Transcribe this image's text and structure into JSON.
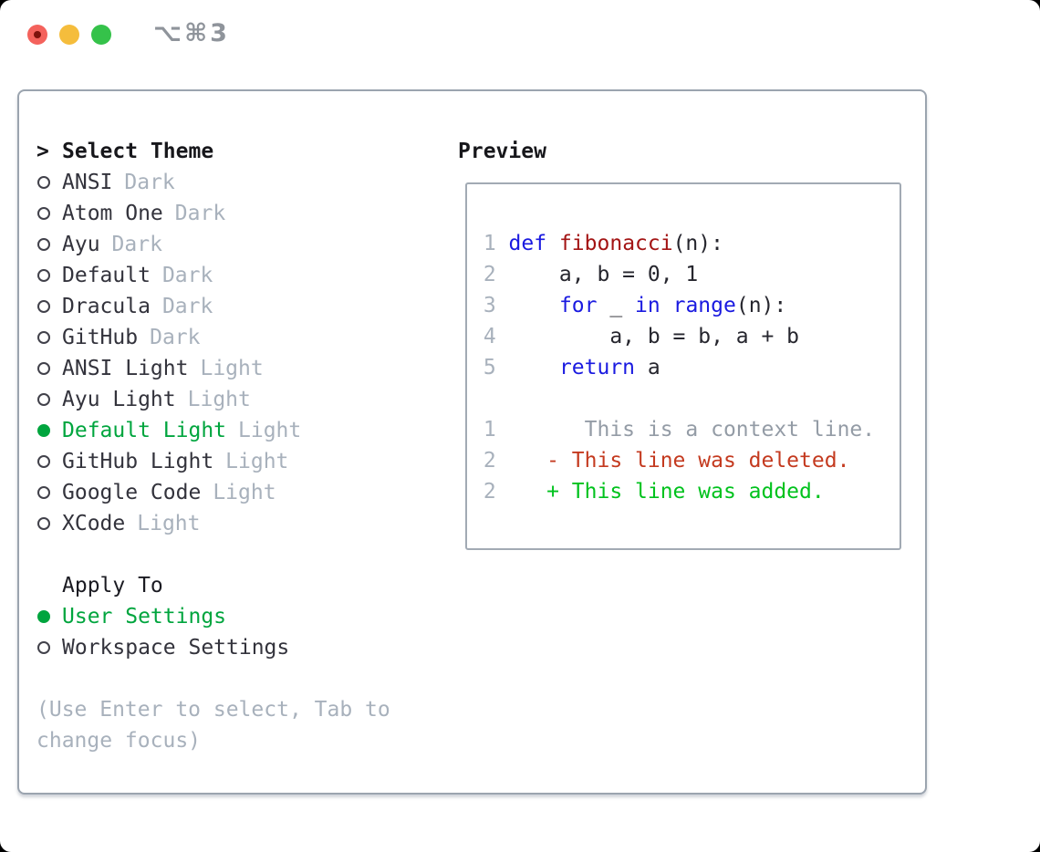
{
  "window": {
    "title": "⌥⌘3"
  },
  "theme_section": {
    "prompt": ">",
    "title": "Select Theme",
    "items": [
      {
        "label": "ANSI",
        "variant": "Dark",
        "selected": false
      },
      {
        "label": "Atom One",
        "variant": "Dark",
        "selected": false
      },
      {
        "label": "Ayu",
        "variant": "Dark",
        "selected": false
      },
      {
        "label": "Default",
        "variant": "Dark",
        "selected": false
      },
      {
        "label": "Dracula",
        "variant": "Dark",
        "selected": false
      },
      {
        "label": "GitHub",
        "variant": "Dark",
        "selected": false
      },
      {
        "label": "ANSI Light",
        "variant": "Light",
        "selected": false
      },
      {
        "label": "Ayu Light",
        "variant": "Light",
        "selected": false
      },
      {
        "label": "Default Light",
        "variant": "Light",
        "selected": true
      },
      {
        "label": "GitHub Light",
        "variant": "Light",
        "selected": false
      },
      {
        "label": "Google Code",
        "variant": "Light",
        "selected": false
      },
      {
        "label": "XCode",
        "variant": "Light",
        "selected": false
      }
    ]
  },
  "apply_section": {
    "title": "Apply To",
    "items": [
      {
        "label": "User Settings",
        "selected": true
      },
      {
        "label": "Workspace Settings",
        "selected": false
      }
    ]
  },
  "hint_lines": [
    "(Use Enter to select, Tab to",
    "change focus)"
  ],
  "preview": {
    "title": "Preview",
    "code_lines": [
      {
        "gutter": " 1 ",
        "segments": [
          {
            "text": "def",
            "style": "kw"
          },
          {
            "text": " ",
            "style": "plain"
          },
          {
            "text": "fibonacci",
            "style": "fn"
          },
          {
            "text": "(n):",
            "style": "plain"
          }
        ]
      },
      {
        "gutter": " 2 ",
        "segments": [
          {
            "text": "    a, b = 0, 1",
            "style": "plain"
          }
        ]
      },
      {
        "gutter": " 3 ",
        "segments": [
          {
            "text": "    ",
            "style": "plain"
          },
          {
            "text": "for",
            "style": "kw"
          },
          {
            "text": " _ ",
            "style": "plain"
          },
          {
            "text": "in",
            "style": "kw"
          },
          {
            "text": " ",
            "style": "plain"
          },
          {
            "text": "range",
            "style": "kw"
          },
          {
            "text": "(n):",
            "style": "plain"
          }
        ]
      },
      {
        "gutter": " 4 ",
        "segments": [
          {
            "text": "        a, b = b, a + b",
            "style": "plain"
          }
        ]
      },
      {
        "gutter": " 5 ",
        "segments": [
          {
            "text": "    ",
            "style": "plain"
          },
          {
            "text": "return",
            "style": "kw"
          },
          {
            "text": " a",
            "style": "plain"
          }
        ]
      },
      {
        "gutter": "",
        "segments": []
      },
      {
        "gutter": " 1 ",
        "segments": [
          {
            "text": "      This is a context line.",
            "style": "ctx"
          }
        ]
      },
      {
        "gutter": " 2 ",
        "segments": [
          {
            "text": "   - This line was deleted.",
            "style": "del"
          }
        ]
      },
      {
        "gutter": " 2 ",
        "segments": [
          {
            "text": "   + This line was added.",
            "style": "add"
          }
        ]
      }
    ]
  },
  "colors": {
    "accent": "#00a53e",
    "gray": "#a8b1bc",
    "kw": "#1a1ae0",
    "fn": "#a31414",
    "ctx": "#949ca6",
    "del": "#c43a1f",
    "add": "#00c21d",
    "light-red": "#f4625c",
    "light-yellow": "#f5bd3c",
    "light-green": "#35c24a"
  }
}
